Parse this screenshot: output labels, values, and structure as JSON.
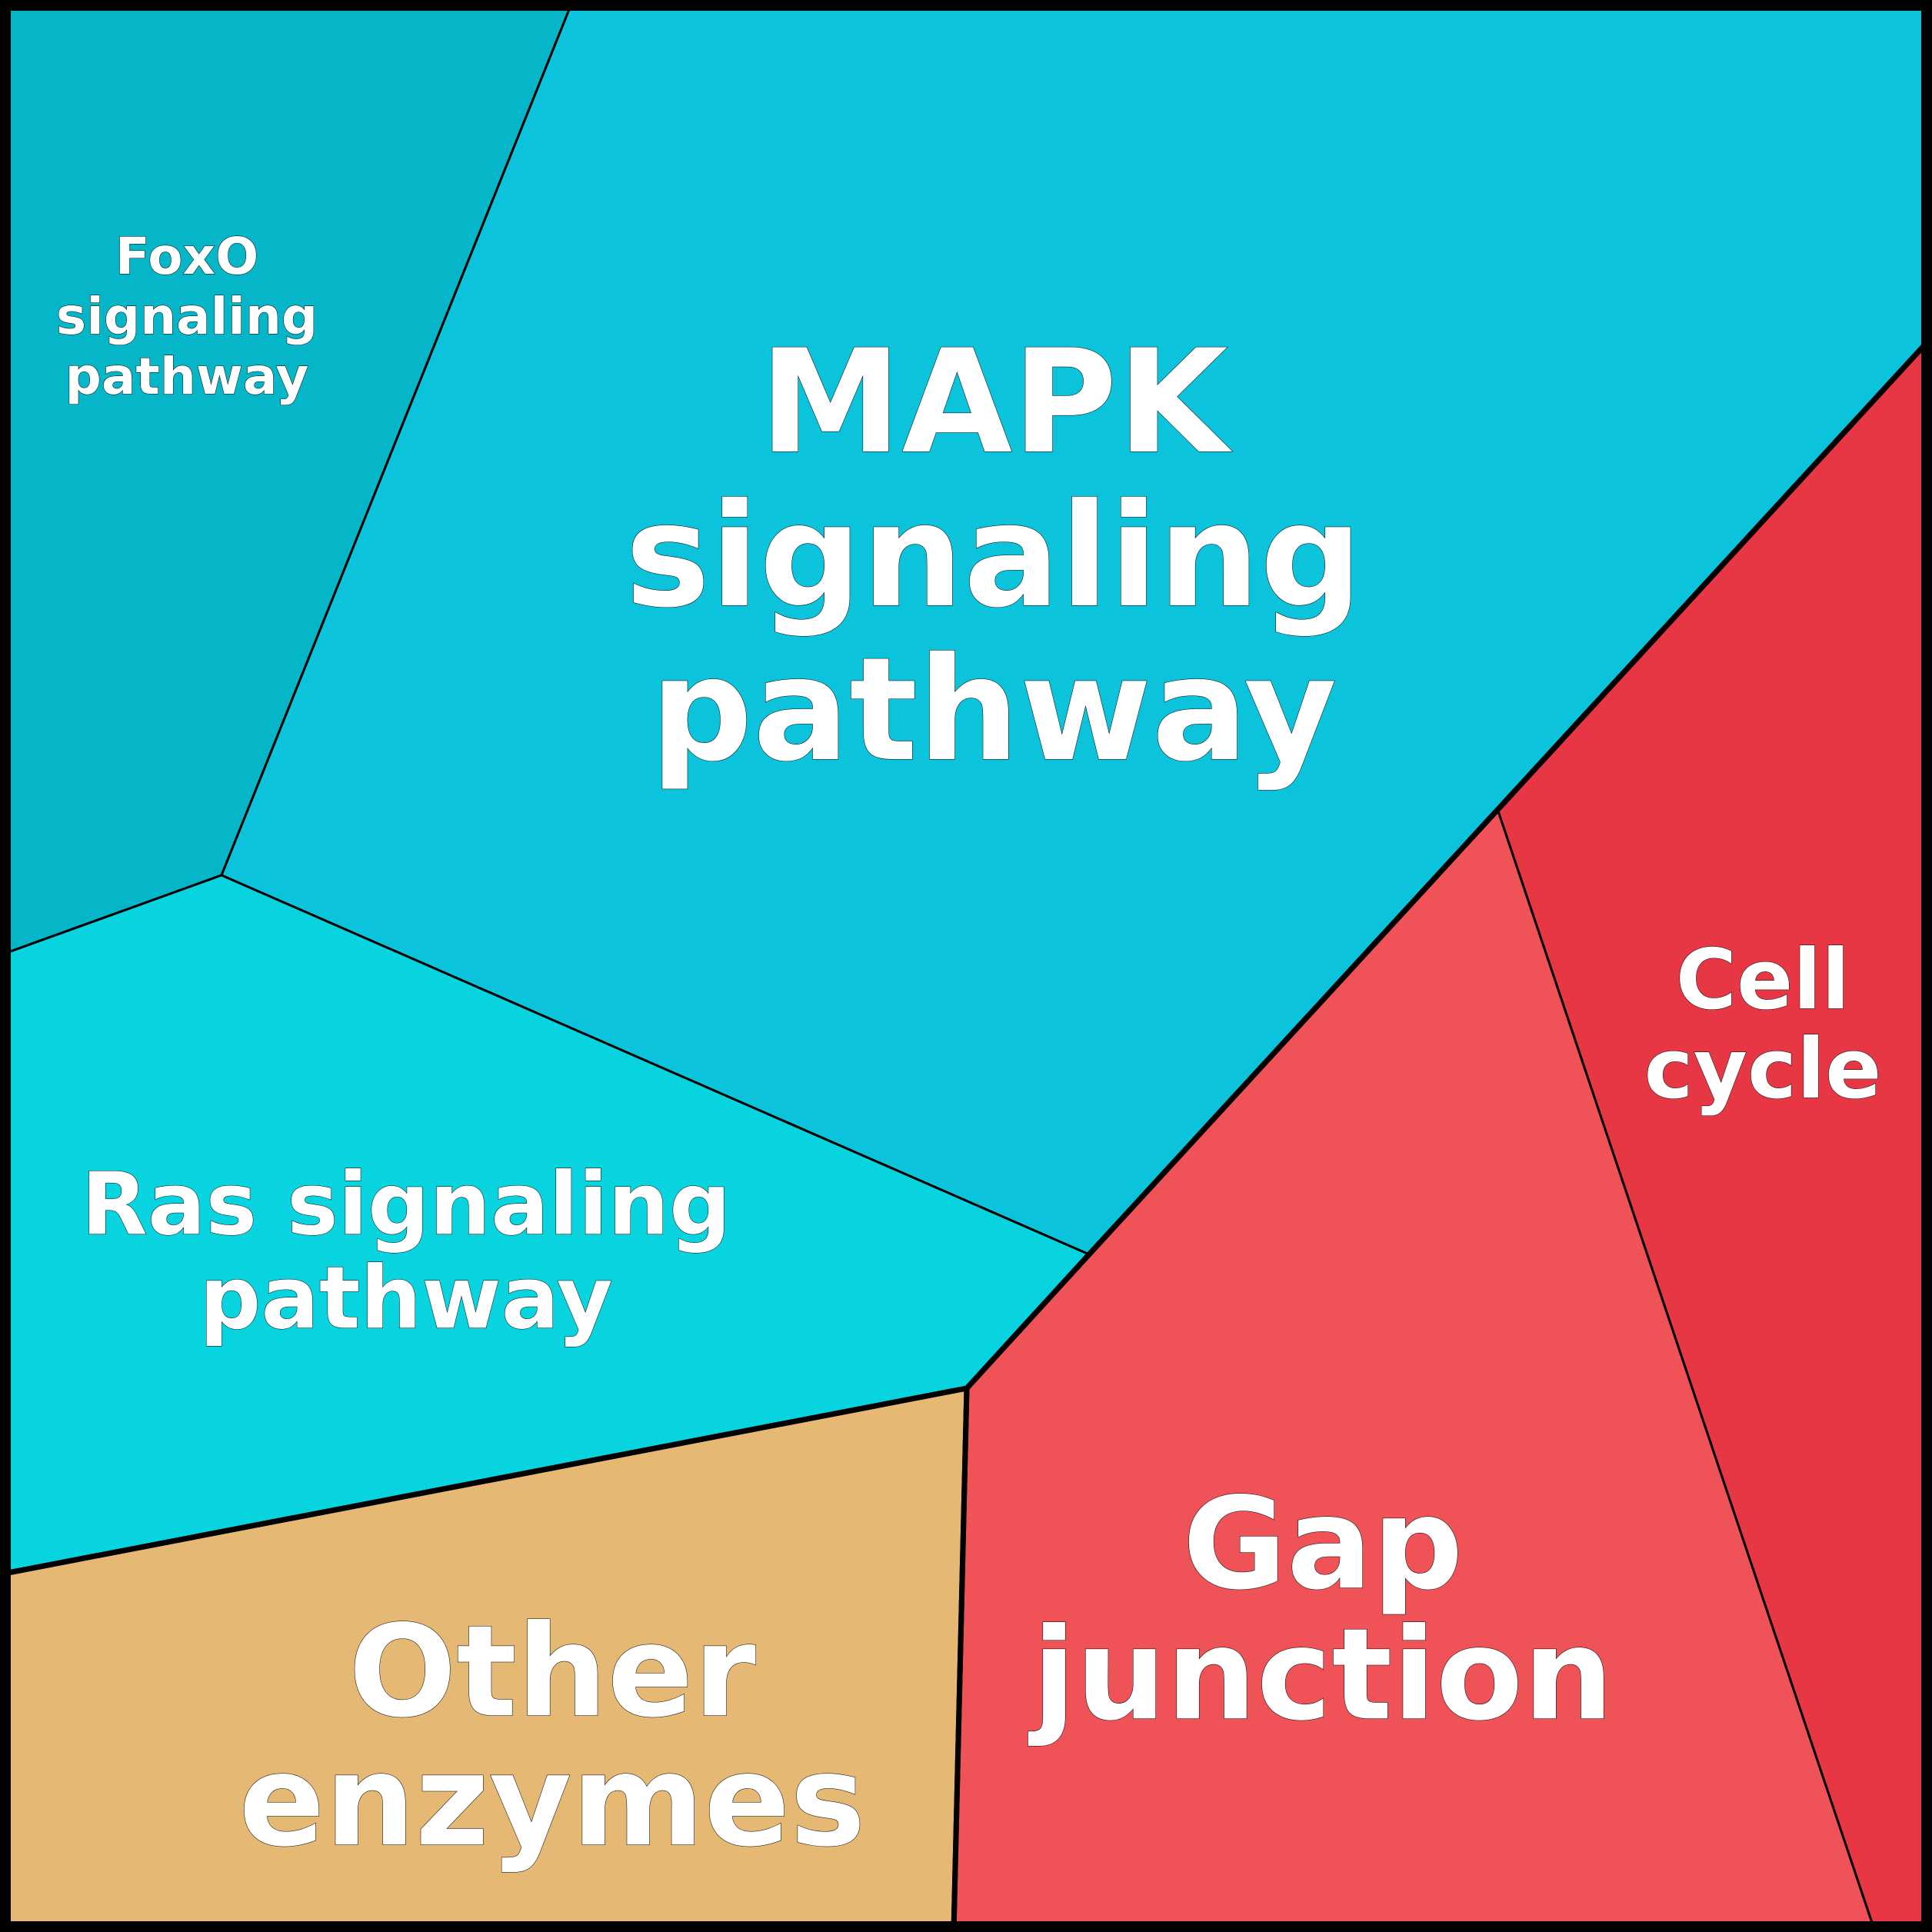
{
  "chart_data": {
    "type": "voronoi-treemap",
    "title": "",
    "groups": [
      {
        "color": "#0bc4dc",
        "cells": [
          {
            "label": [
              "FoxO",
              "signaling",
              "pathway"
            ],
            "color": "#05b5c8"
          },
          {
            "label": [
              "MAPK",
              "signaling",
              "pathway"
            ],
            "color": "#0bc4dc"
          },
          {
            "label": [
              "Ras signaling",
              "pathway"
            ],
            "color": "#08d4e0"
          }
        ]
      },
      {
        "color": "#ef5358",
        "cells": [
          {
            "label": [
              "Cell",
              "cycle"
            ],
            "color": "#e73744"
          },
          {
            "label": [
              "Gap",
              "junction"
            ],
            "color": "#ef5358"
          }
        ]
      },
      {
        "color": "#e5b873",
        "cells": [
          {
            "label": [
              "Other",
              "enzymes"
            ],
            "color": "#e5b873"
          }
        ]
      }
    ]
  }
}
